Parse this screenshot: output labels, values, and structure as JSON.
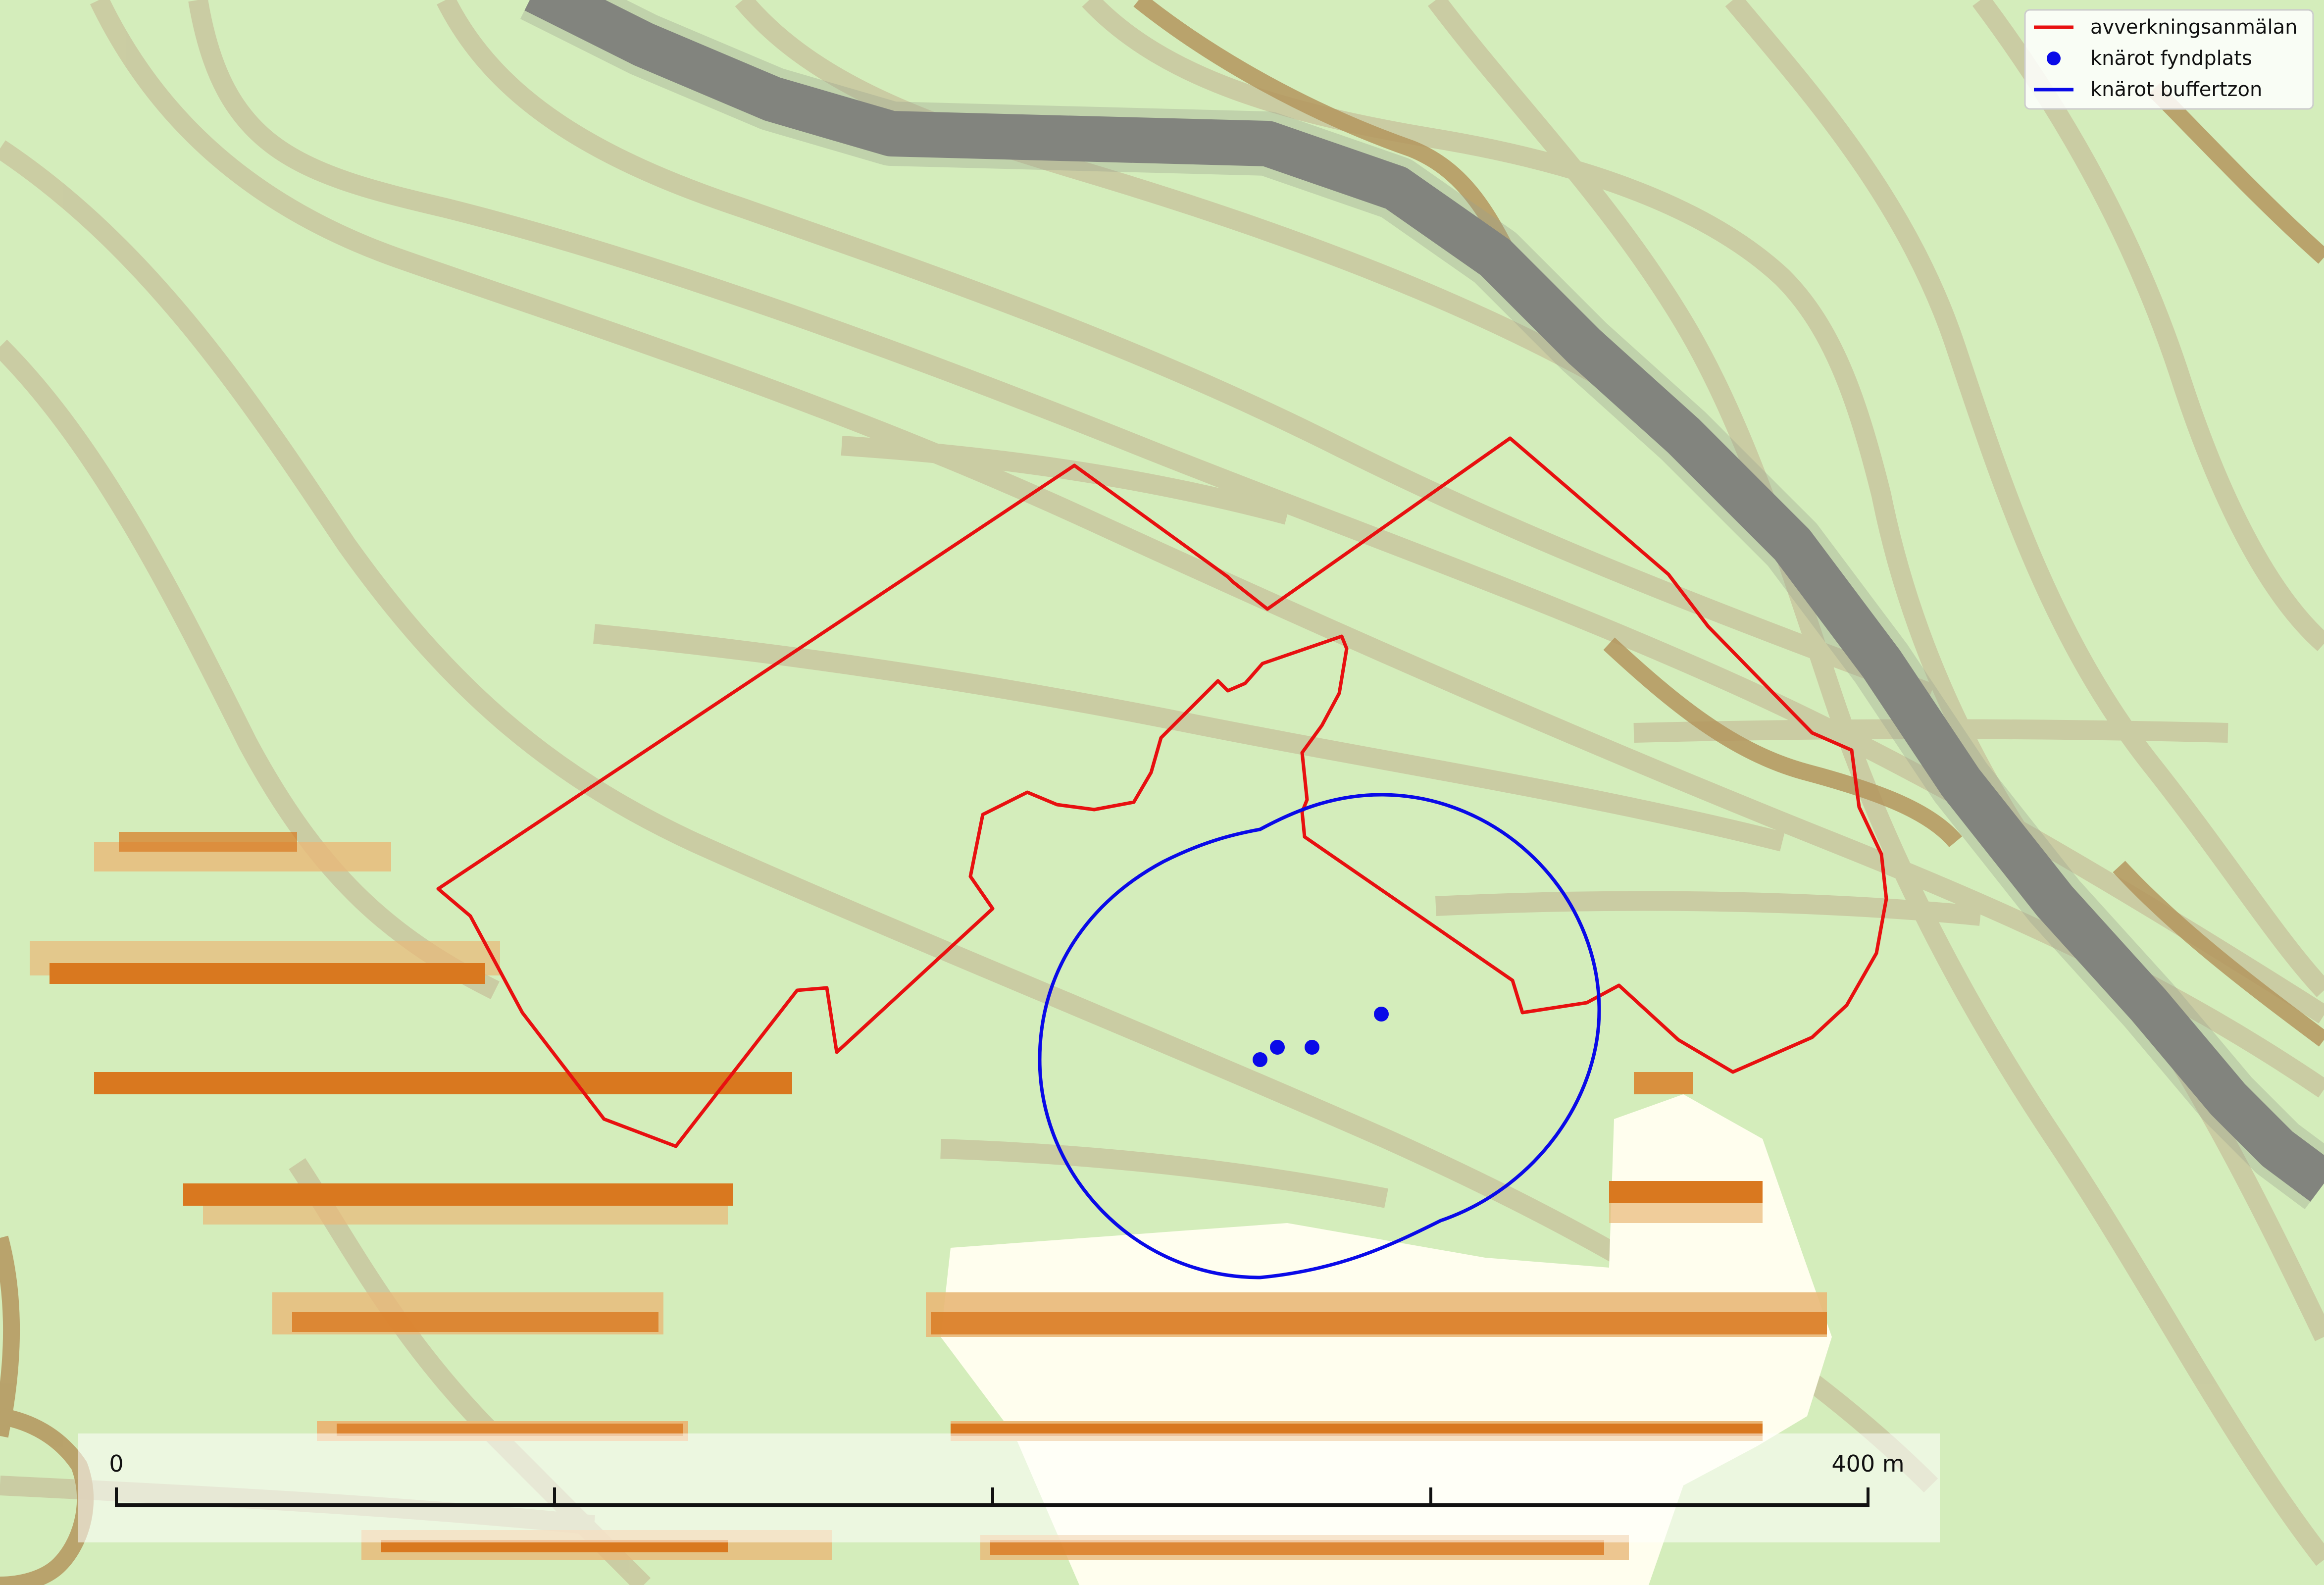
{
  "legend": {
    "items": [
      {
        "label": "avverkningsanmälan",
        "symbol": "line",
        "color": "#e81010"
      },
      {
        "label": "knärot fyndplats",
        "symbol": "dot",
        "color": "#0a0ae8"
      },
      {
        "label": "knärot buffertzon",
        "symbol": "line",
        "color": "#0a0ae8"
      }
    ]
  },
  "scalebar": {
    "start_label": "0",
    "end_label": "400 m"
  },
  "colors": {
    "background": "#d4edbb",
    "contour": "#c9c79f",
    "contour_dark": "#b4955e",
    "road": "#757575",
    "field_light": "#fffeee",
    "stripe": "#d9781f",
    "stripe_light": "#e9b878",
    "felling_area": "#e81010",
    "buffer_zone": "#0a0ae8"
  }
}
